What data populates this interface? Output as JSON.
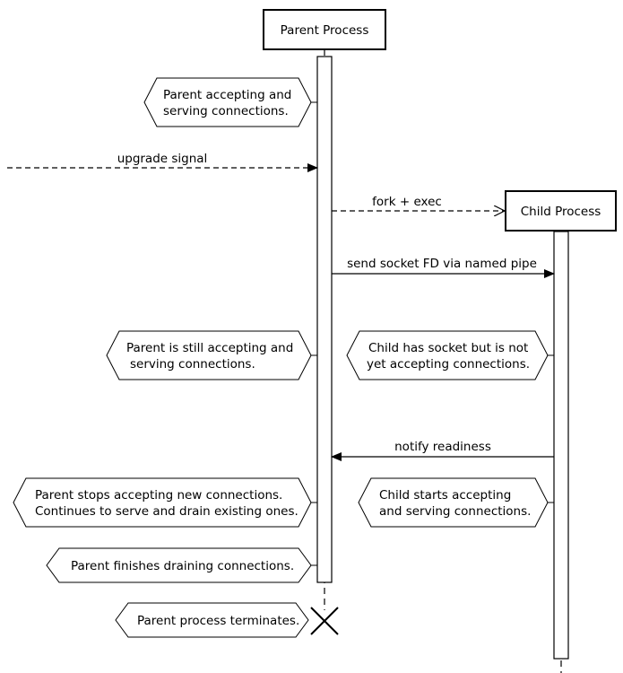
{
  "participants": {
    "parent": "Parent Process",
    "child": "Child Process"
  },
  "messages": {
    "upgrade_signal": "upgrade signal",
    "fork_exec": "fork + exec",
    "send_socket": "send socket FD via named pipe",
    "notify_readiness": "notify readiness"
  },
  "notes": {
    "parent_serving": [
      "Parent accepting and",
      "serving connections."
    ],
    "parent_still_serving": [
      "Parent is still accepting and",
      "serving connections."
    ],
    "child_has_socket": [
      "Child has socket but is not",
      "yet accepting connections."
    ],
    "parent_stops": [
      "Parent stops accepting new connections.",
      "Continues to serve and drain existing ones."
    ],
    "child_starts": [
      "Child starts accepting",
      "and serving connections."
    ],
    "parent_finishes": [
      "Parent finishes draining connections."
    ],
    "parent_terminates": [
      "Parent process terminates."
    ]
  }
}
